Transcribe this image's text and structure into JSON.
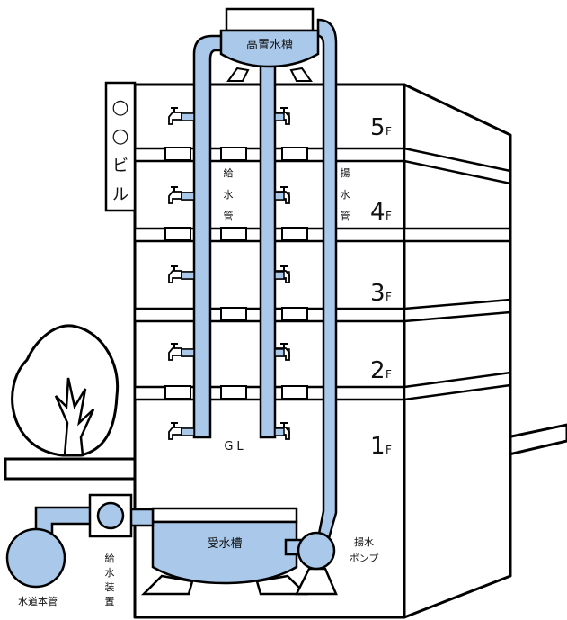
{
  "tank_top_label": "高置水槽",
  "tank_bottom_label": "受水槽",
  "building_sign": "○○ビル",
  "supply_pipe_label": [
    "給",
    "水",
    "管"
  ],
  "pump_pipe_label": [
    "揚",
    "水",
    "管"
  ],
  "ground_label": "GL",
  "floors": [
    {
      "num": "5",
      "suffix": "F"
    },
    {
      "num": "4",
      "suffix": "F"
    },
    {
      "num": "3",
      "suffix": "F"
    },
    {
      "num": "2",
      "suffix": "F"
    },
    {
      "num": "1",
      "suffix": "F"
    }
  ],
  "main_pipe_label": "水道本管",
  "supply_device_label": [
    "給",
    "水",
    "装",
    "置"
  ],
  "pump_label": [
    "揚水",
    "ポンプ"
  ],
  "colors": {
    "water": "#a9c8ea",
    "outline": "#000000"
  }
}
